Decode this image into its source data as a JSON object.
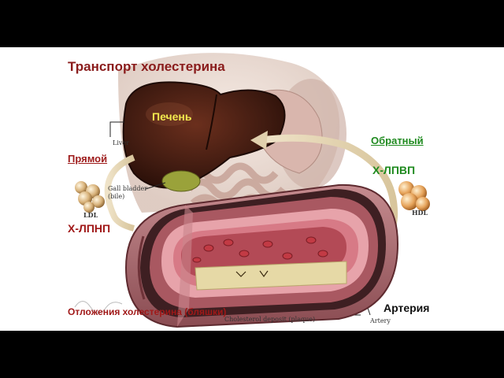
{
  "title": "Транспорт холестерина",
  "labels": {
    "liver": "Печень",
    "direct": "Прямой",
    "ldl": "Х-ЛПНП",
    "reverse": "Обратный",
    "hdl": "Х-ЛПВП",
    "artery": "Артерия",
    "deposit": "Отложения холестерина (бляшки)"
  },
  "english_labels": {
    "liver": "Liver",
    "gall_bladder": "Gall bladder",
    "bile": "(bile)",
    "ldl": "LDL",
    "hdl": "HDL",
    "deposit": "Cholesterol deposit (plaque)",
    "artery": "Artery"
  },
  "colors": {
    "title": "#8a1c1c",
    "liver_label": "#f2e94e",
    "direct_ldl": "#9e1b1b",
    "reverse_hdl": "#1f8a1f",
    "liver_tissue": "#4a2016",
    "artery_wall": "#b9737a",
    "plaque": "#e6d9a6"
  }
}
